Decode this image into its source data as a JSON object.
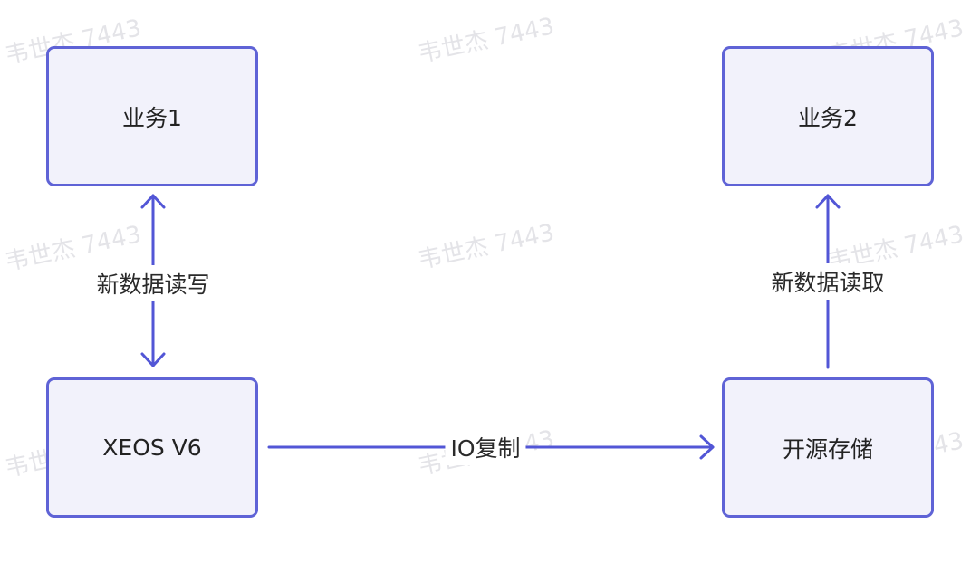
{
  "watermark_text": "韦世杰 7443",
  "colors": {
    "node_fill": "#f2f2fb",
    "node_border": "#5f63d6",
    "edge": "#5256d6",
    "watermark": "#e4e4e8"
  },
  "nodes": {
    "biz1": "业务1",
    "biz2": "业务2",
    "xeos": "XEOS V6",
    "storage": "开源存储"
  },
  "edges": {
    "biz1_xeos": "新数据读写",
    "storage_biz2": "新数据读取",
    "xeos_storage": "IO复制"
  }
}
